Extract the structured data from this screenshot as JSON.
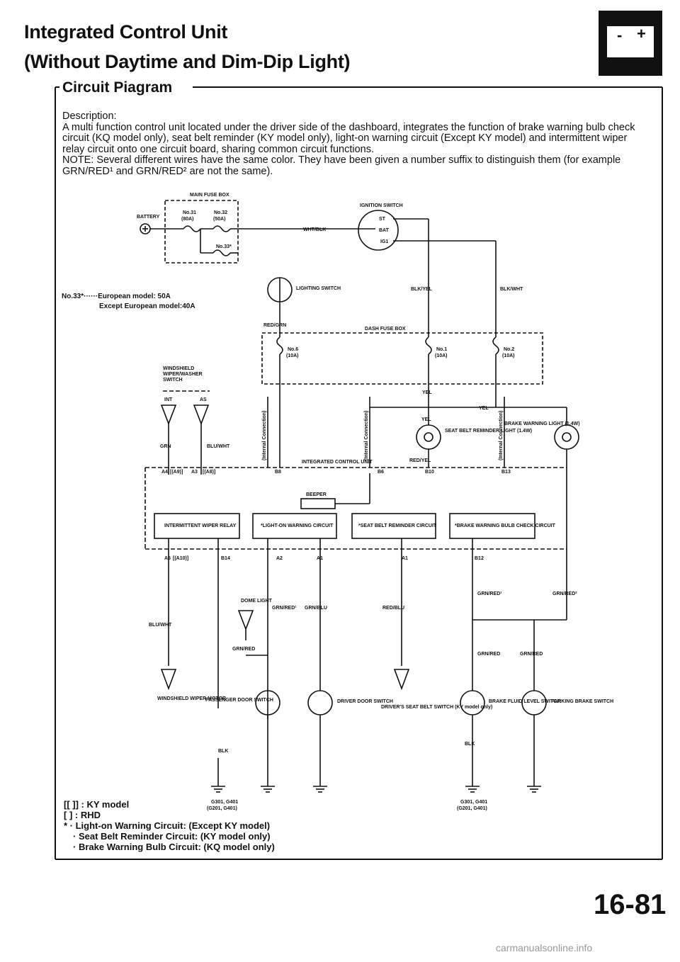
{
  "header": {
    "title_line1": "Integrated Control Unit",
    "title_line2": "(Without Daytime and Dim-Dip Light)",
    "section": "Circuit Piagram",
    "battery_symbol_minus": "-",
    "battery_symbol_plus": "+"
  },
  "description": {
    "label": "Description:",
    "body": "A multi function control unit located under the driver side of the dashboard, integrates the function of brake warning bulb check circuit (KQ model only), seat belt reminder (KY model only), light-on warning circuit (Except KY model) and intermittent wiper relay circuit onto one circuit board, sharing common circuit functions.",
    "note": "NOTE: Several different wires have the same color. They have been given a number suffix to distinguish them (for example GRN/RED¹ and GRN/RED² are not the same)."
  },
  "diagram": {
    "main_fuse_box": "MAIN FUSE BOX",
    "battery": "BATTERY",
    "fuse31": "No.31",
    "fuse31_rating": "(80A)",
    "fuse32": "No.32",
    "fuse32_rating": "(50A)",
    "fuse33": "No.33*",
    "fuse_note_line1": "No.33*······European model: 50A",
    "fuse_note_line2": "Except European model:40A",
    "ignition_switch": "IGNITION SWITCH",
    "ign_st": "ST",
    "ign_bat": "BAT",
    "ign_ig1": "IG1",
    "wire_wht_blk": "WHT/BLK",
    "lighting_switch": "LIGHTING SWITCH",
    "wire_blk_yel": "BLK/YEL",
    "wire_blk_wht": "BLK/WHT",
    "wire_red_grn": "RED/GRN",
    "dash_fuse_box": "DASH FUSE BOX",
    "fuse6": "No.6",
    "fuse6_rating": "(10A)",
    "fuse1": "No.1",
    "fuse1_rating": "(10A)",
    "fuse2": "No.2",
    "fuse2_rating": "(10A)",
    "wiper_switch_line1": "WINDSHIELD",
    "wiper_switch_line2": "WIPER/WASHER",
    "wiper_switch_line3": "SWITCH",
    "int": "INT",
    "as": "AS",
    "wire_grn": "GRN",
    "wire_blu_wht": "BLU/WHT",
    "wire_yel": "YEL",
    "seat_belt_light": "SEAT BELT REMINDER LIGHT (1.4W)",
    "brake_warning_light": "BRAKE WARNING LIGHT (1.4W)",
    "wire_red_yel": "RED/YEL",
    "icu_label": "INTEGRATED CONTROL UNIT",
    "internal_connection": "(Internal Connection)",
    "pin_a4": "A4",
    "pin_a4_note": "[(A9)]",
    "pin_a3": "A3",
    "pin_a3_note": "[(A8)]",
    "pin_b8": "B8",
    "pin_b6": "B6",
    "pin_b10": "B10",
    "pin_b13": "B13",
    "beeper": "BEEPER",
    "intermittent_relay": "INTERMITTENT WIPER RELAY",
    "light_on_warning": "*LIGHT-ON WARNING CIRCUIT",
    "seat_belt_reminder": "*SEAT BELT REMINDER CIRCUIT",
    "brake_warning_bulb": "*BRAKE WARNING BULB CHECK CIRCUIT",
    "pin_a5": "A5",
    "pin_a5_note": "[(A10)]",
    "pin_b14": "B14",
    "pin_a2": "A2",
    "pin_a1": "A1",
    "pin_a1b": "A1",
    "pin_b12": "B12",
    "dome_light": "DOME LIGHT",
    "wire_grn_red1": "GRN/RED¹",
    "wire_grn_red2": "GRN/RED²",
    "wire_grn_blu": "GRN/BLU",
    "wire_red_blu": "RED/BLU",
    "wire_grn_red": "GRN/RED",
    "wire_blu_wht2": "BLU/WHT",
    "wiper_motor": "WINDSHIELD WIPER MOTOR",
    "passenger_door": "PASSENGER DOOR SWITCH",
    "driver_door": "DRIVER DOOR SWITCH",
    "driver_seat_belt": "DRIVER'S SEAT BELT SWITCH (KY model only)",
    "brake_fluid": "BRAKE FLUID LEVEL SWITCH",
    "parking_brake": "PARKING BRAKE SWITCH",
    "wire_blk": "BLK",
    "ground1": "G301, G401",
    "ground1_note": "(G201, G401)",
    "ground2": "G301, G401",
    "ground2_note": "(G201, G401)"
  },
  "legend": {
    "line1": "[[  ]] : KY model",
    "line2": "[  ] : RHD",
    "line3": "* · Light-on Warning Circuit: (Except KY model)",
    "line4": "· Seat Belt Reminder Circuit: (KY model only)",
    "line5": "· Brake Warning Bulb Circuit: (KQ model only)"
  },
  "page_number": "16-81",
  "watermark": "carmanualsonline.info"
}
